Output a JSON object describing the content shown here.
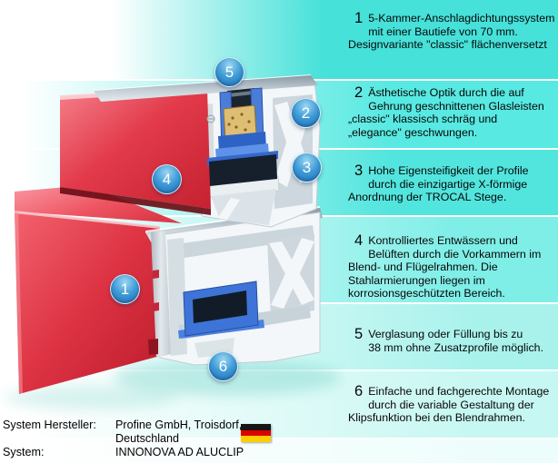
{
  "palette": {
    "stripes": [
      "#46e1d9",
      "#57e9e2",
      "#52e5de",
      "#7eeee7",
      "#a9f2ec",
      "#c7f7f2",
      "#edfdfb"
    ],
    "badge_blue": "#1f6fb5",
    "flag_black": "#161616",
    "flag_red": "#dd0000",
    "flag_gold": "#ffce00",
    "profile_red": "#d92939",
    "gasket_blue": "#3e74d8"
  },
  "annotations": [
    {
      "number": "1",
      "text": "5-Kammer-Anschlagdichtungssystem\nmit einer Bautiefe von 70 mm.\nDesignvariante \"classic\" flächenversetzt"
    },
    {
      "number": "2",
      "text": "Ästhetische Optik durch die auf\nGehrung geschnittenen Glasleisten\n„classic\" klassisch schräg und\n„elegance\" geschwungen."
    },
    {
      "number": "3",
      "text": "Hohe Eigensteifigkeit der Profile\ndurch die einzigartige X-förmige\nAnordnung der TROCAL Stege."
    },
    {
      "number": "4",
      "text": "Kontrolliertes Entwässern und\nBelüften durch die Vorkammern im\nBlend- und Flügelrahmen. Die\nStahlarmierungen liegen im\nkorrosionsgeschützten Bereich."
    },
    {
      "number": "5",
      "text": "Verglasung oder Füllung bis zu\n38 mm ohne Zusatzprofile möglich."
    },
    {
      "number": "6",
      "text": "Einfache und fachgerechte Montage\ndurch die variable Gestaltung der\nKlipsfunktion bei den Blendrahmen."
    }
  ],
  "callouts": [
    {
      "label": "1"
    },
    {
      "label": "2"
    },
    {
      "label": "3"
    },
    {
      "label": "4"
    },
    {
      "label": "5"
    },
    {
      "label": "6"
    }
  ],
  "footer": {
    "rows": [
      {
        "label": "System Hersteller:",
        "value": "Profine GmbH, Troisdorf,\nDeutschland"
      },
      {
        "label": "System:",
        "value": "INNONOVA AD ALUCLIP"
      }
    ]
  }
}
